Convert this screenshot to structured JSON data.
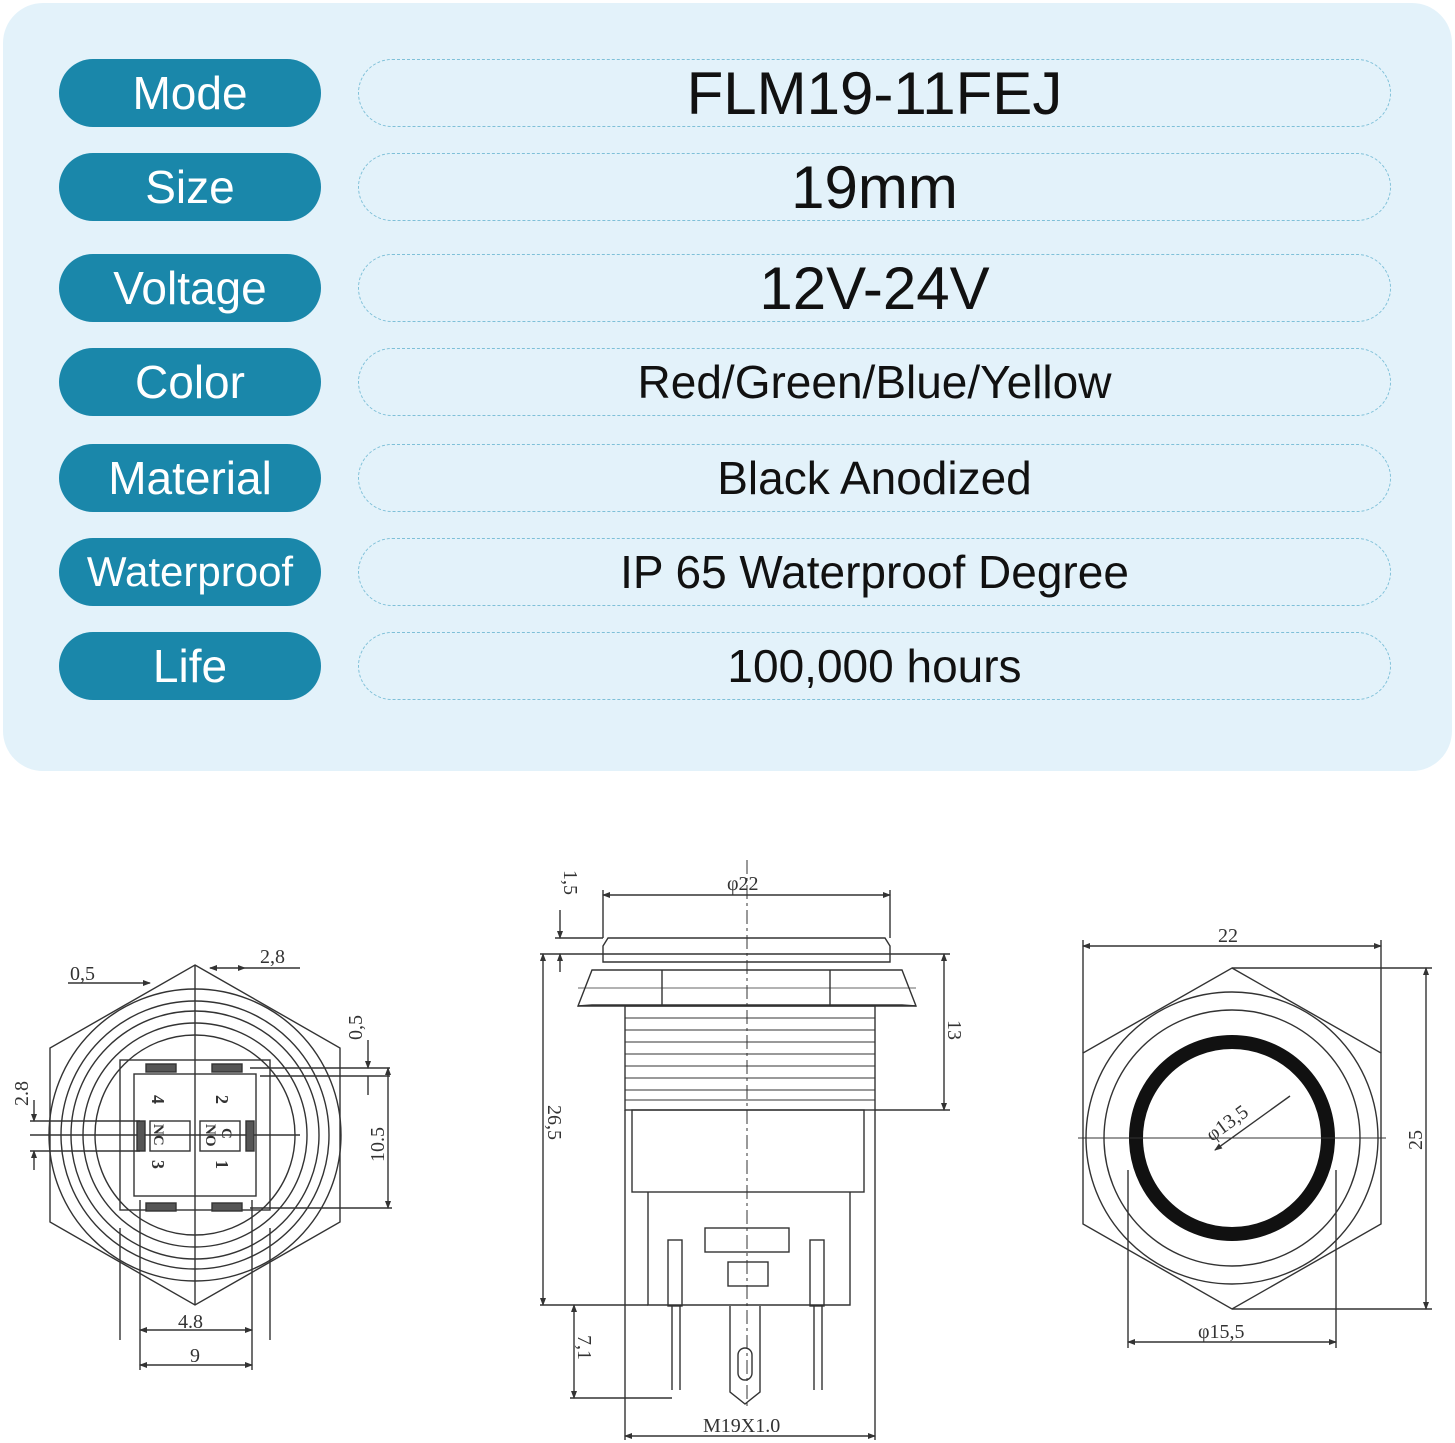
{
  "specs": [
    {
      "label": "Mode",
      "value": "FLM19-11FEJ"
    },
    {
      "label": "Size",
      "value": "19mm"
    },
    {
      "label": "Voltage",
      "value": "12V-24V"
    },
    {
      "label": "Color",
      "value": "Red/Green/Blue/Yellow"
    },
    {
      "label": "Material",
      "value": "Black Anodized"
    },
    {
      "label": "Waterproof",
      "value": "IP 65 Waterproof Degree"
    },
    {
      "label": "Life",
      "value": "100,000 hours"
    }
  ],
  "drawing_bottom": {
    "dims": [
      "0,5",
      "2,8",
      "0,5",
      "2.8",
      "10.5",
      "4.8",
      "9"
    ],
    "terminal_marks": [
      "4",
      "2",
      "NC",
      "NO",
      "C",
      "3",
      "1"
    ]
  },
  "drawing_side": {
    "dims": [
      "1,5",
      "φ22",
      "13",
      "26,5",
      "7,1",
      "M19X1.0"
    ]
  },
  "drawing_front": {
    "dims": [
      "22",
      "25",
      "φ13,5",
      "φ15,5"
    ]
  },
  "colors": {
    "label_bg": "#1a87aa",
    "panel_bg": "#e3f2fa",
    "dash": "#7fc0d8",
    "line": "#333333"
  }
}
